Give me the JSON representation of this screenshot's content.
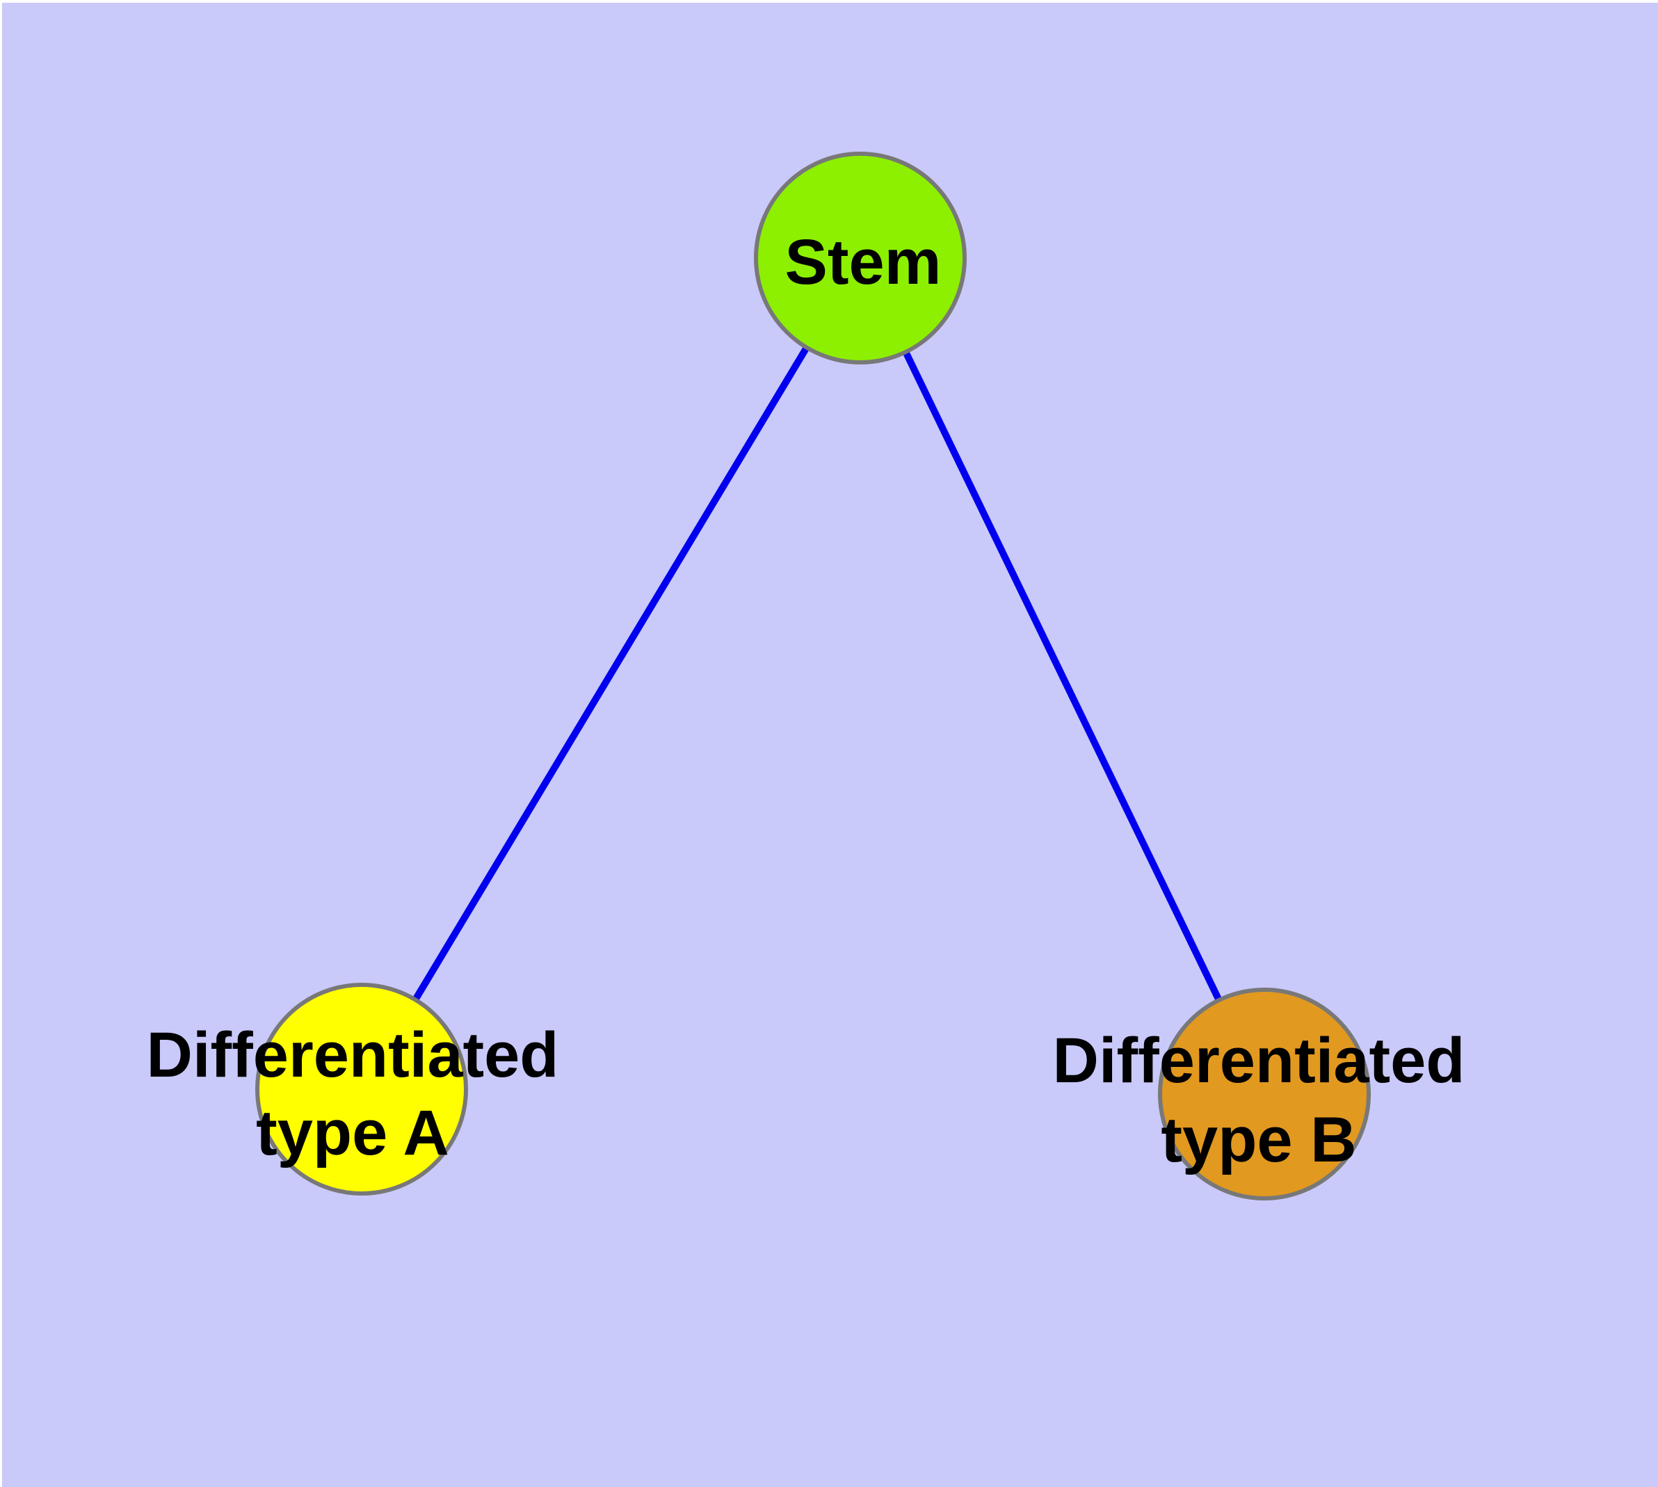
{
  "diagram": {
    "background_color": "#C9C9FA",
    "page_edge_color": "#FFFFFF",
    "edge_color": "#0000EE",
    "node_border_color": "#787878",
    "label_color": "#000000",
    "nodes": [
      {
        "id": "stem",
        "label": "Stem",
        "fill_color": "#8CF000"
      },
      {
        "id": "differentiated-type-a",
        "label_line1": "Differentiated",
        "label_line2": "type A",
        "fill_color": "#FFFF00"
      },
      {
        "id": "differentiated-type-b",
        "label_line1": "Differentiated",
        "label_line2": "type B",
        "fill_color": "#E2991F"
      }
    ],
    "edges": [
      {
        "from": "Stem",
        "to": "Differentiated type A"
      },
      {
        "from": "Stem",
        "to": "Differentiated type B"
      }
    ]
  }
}
